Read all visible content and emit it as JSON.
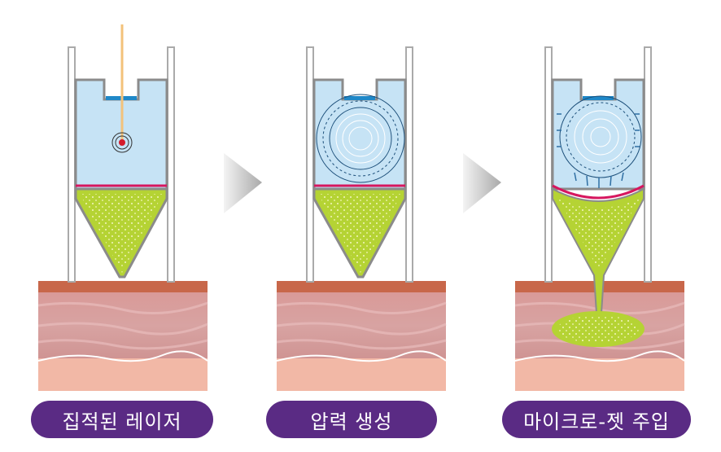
{
  "steps": [
    {
      "label": "집적된 레이저",
      "state": "focused-laser"
    },
    {
      "label": "압력 생성",
      "state": "pressure-generation"
    },
    {
      "label": "마이크로-젯 주입",
      "state": "micro-jet-injection"
    }
  ],
  "arrow_icon": "chevron-right-arrow",
  "colors": {
    "label_bg": "#5a2b84",
    "chamber": "#c6e3f5",
    "drug": "#b5d334",
    "membrane": "#d6175f",
    "laser": "#f3c27a",
    "skin_top": "#c8674a",
    "tissue": "#d9a1a0"
  }
}
